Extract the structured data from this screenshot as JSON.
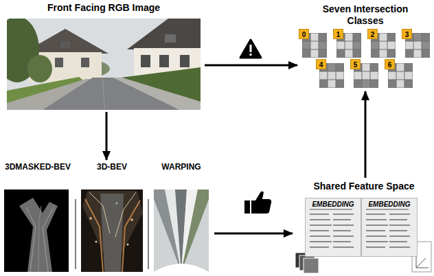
{
  "diagram": {
    "nodes": [
      {
        "text": [
          "Front Facing RGB Image"
        ]
      },
      {
        "text": [
          "Seven Intersection Classes"
        ]
      },
      {
        "text": [
          "0"
        ],
        "in": 1
      },
      {
        "text": [
          "1"
        ],
        "in": 1
      },
      {
        "text": [
          "2"
        ],
        "in": 1
      },
      {
        "text": [
          "3"
        ],
        "in": 1
      },
      {
        "text": [
          "4"
        ],
        "in": 1
      },
      {
        "text": [
          "5"
        ],
        "in": 1
      },
      {
        "text": [
          "6"
        ],
        "in": 1
      },
      {
        "text": [
          "3DMASKED-BEV"
        ]
      },
      {
        "text": [
          "3D-BEV"
        ]
      },
      {
        "text": [
          "WARPING"
        ]
      },
      {
        "text": [
          "Shared Feature Space"
        ]
      },
      {
        "text": [
          "EMBEDDING"
        ],
        "in": 12
      },
      {
        "text": [
          "EMBEDDING"
        ],
        "in": 12
      }
    ],
    "edges": [
      {
        "from": 0,
        "to": 1,
        "arrow": "to"
      },
      {
        "from": 0,
        "to": 10,
        "arrow": "to"
      },
      {
        "from": 11,
        "to": 12,
        "arrow": "to"
      },
      {
        "from": 12,
        "to": 1,
        "arrow": "to"
      }
    ]
  }
}
